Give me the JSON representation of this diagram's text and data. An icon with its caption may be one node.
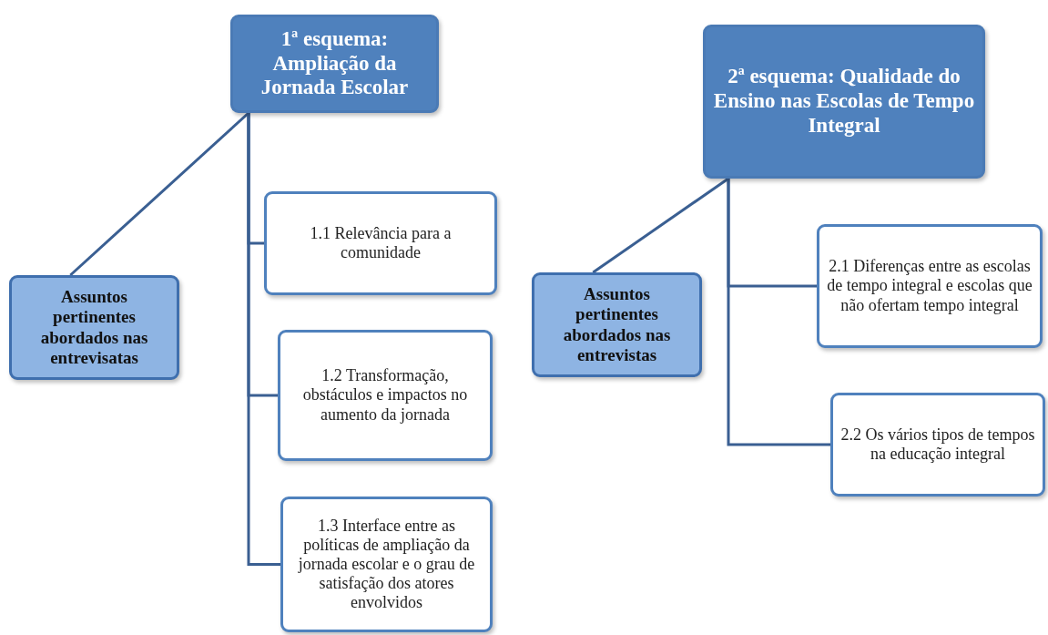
{
  "diagram": {
    "nodes": [
      {
        "text": [
          "1ª esquema: Ampliação da Jornada Escolar"
        ]
      },
      {
        "text": [
          "Assuntos pertinentes abordados nas entrevisatas"
        ]
      },
      {
        "text": [
          "1.1 Relevância para a comunidade"
        ]
      },
      {
        "text": [
          "1.2 Transformação, obstáculos e impactos no aumento da jornada"
        ]
      },
      {
        "text": [
          "1.3 Interface entre as políticas de ampliação da jornada escolar e o grau de satisfação dos atores envolvidos"
        ]
      },
      {
        "text": [
          "2ª esquema: Qualidade do Ensino nas Escolas de Tempo Integral"
        ]
      },
      {
        "text": [
          "Assuntos pertinentes abordados nas entrevistas"
        ]
      },
      {
        "text": [
          "2.1 Diferenças entre as escolas de tempo integral e escolas que não ofertam tempo integral"
        ]
      },
      {
        "text": [
          "2.2 Os vários tipos de tempos na educação integral"
        ]
      }
    ],
    "edges": [
      {
        "from": 0,
        "to": 1,
        "arrow": "none"
      },
      {
        "from": 0,
        "to": 2,
        "arrow": "none"
      },
      {
        "from": 0,
        "to": 3,
        "arrow": "none"
      },
      {
        "from": 0,
        "to": 4,
        "arrow": "none"
      },
      {
        "from": 5,
        "to": 6,
        "arrow": "none"
      },
      {
        "from": 5,
        "to": 7,
        "arrow": "none"
      },
      {
        "from": 5,
        "to": 8,
        "arrow": "none"
      }
    ]
  }
}
